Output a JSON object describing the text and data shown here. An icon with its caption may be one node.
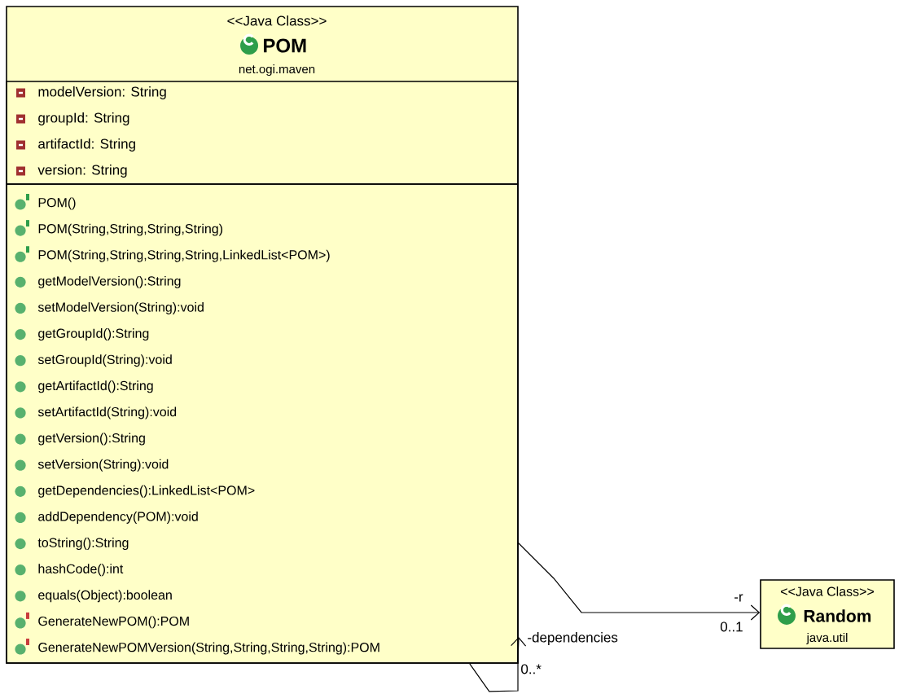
{
  "diagram": {
    "nodes": [
      {
        "text": [
          "<<Java Class>>",
          "POM",
          "net.ogi.maven"
        ]
      },
      {
        "text": [
          "modelVersion: String",
          "groupId: String",
          "artifactId: String",
          "version: String"
        ],
        "in": 0
      },
      {
        "text": [
          "POM()",
          "POM(String,String,String,String)",
          "POM(String,String,String,String,LinkedList<POM>)",
          "getModelVersion():String",
          "setModelVersion(String):void",
          "getGroupId():String",
          "setGroupId(String):void",
          "getArtifactId():String",
          "setArtifactId(String):void",
          "getVersion():String",
          "setVersion(String):void",
          "getDependencies():LinkedList<POM>",
          "addDependency(POM):void",
          "toString():String",
          "hashCode():int",
          "equals(Object):boolean",
          "GenerateNewPOM():POM",
          "GenerateNewPOMVersion(String,String,String,String):POM"
        ],
        "in": 0
      },
      {
        "text": [
          "<<Java Class>>",
          "Random",
          "java.util"
        ]
      }
    ],
    "edges": [
      {
        "from": 2,
        "to": 3,
        "arrow": "to",
        "label": "-r"
      },
      {
        "from": 2,
        "to": 2,
        "arrow": "to",
        "label": "-dependencies"
      }
    ],
    "labels": [
      "0..1",
      "0..*"
    ]
  }
}
